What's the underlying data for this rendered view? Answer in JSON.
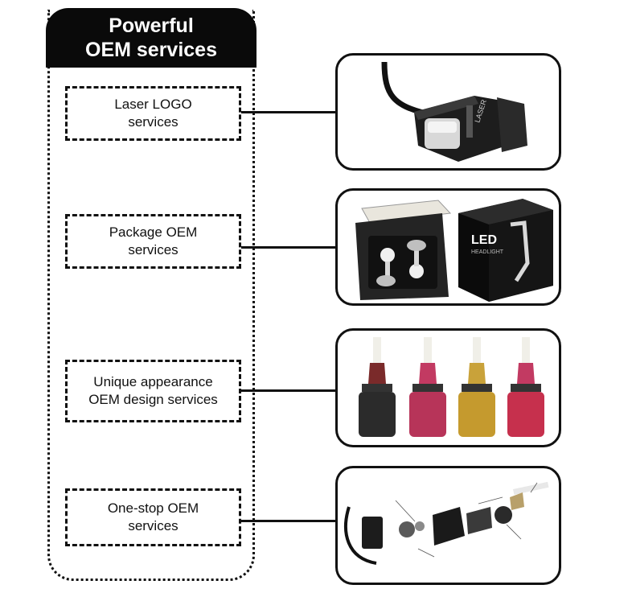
{
  "header": {
    "line1": "Powerful",
    "line2": "OEM services"
  },
  "services": [
    {
      "line1": "Laser LOGO",
      "line2": "services",
      "image": "laser-logo-product"
    },
    {
      "line1": "Package OEM",
      "line2": "services",
      "image": "package-box"
    },
    {
      "line1": "Unique appearance",
      "line2": "OEM design services",
      "image": "colored-led-bulbs"
    },
    {
      "line1": "One-stop OEM",
      "line2": "services",
      "image": "exploded-bulb-assembly"
    }
  ],
  "package_box": {
    "brand": "LED",
    "sub": "HEADLIGHT"
  }
}
